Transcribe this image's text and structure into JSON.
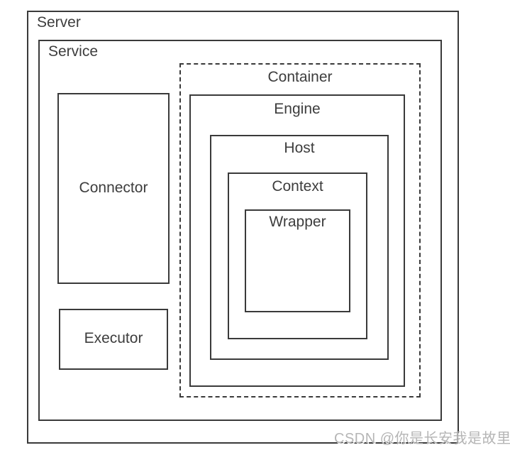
{
  "diagram": {
    "server": {
      "label": "Server"
    },
    "service": {
      "label": "Service"
    },
    "connector": {
      "label": "Connector"
    },
    "executor": {
      "label": "Executor"
    },
    "container": {
      "label": "Container"
    },
    "engine": {
      "label": "Engine"
    },
    "host": {
      "label": "Host"
    },
    "context": {
      "label": "Context"
    },
    "wrapper": {
      "label": "Wrapper"
    }
  },
  "watermark": {
    "text": "CSDN @你是长安我是故里"
  },
  "colors": {
    "border": "#3a3a3a",
    "label": "#3d3d3d",
    "watermark": "#b5b5b5",
    "background": "#ffffff"
  }
}
